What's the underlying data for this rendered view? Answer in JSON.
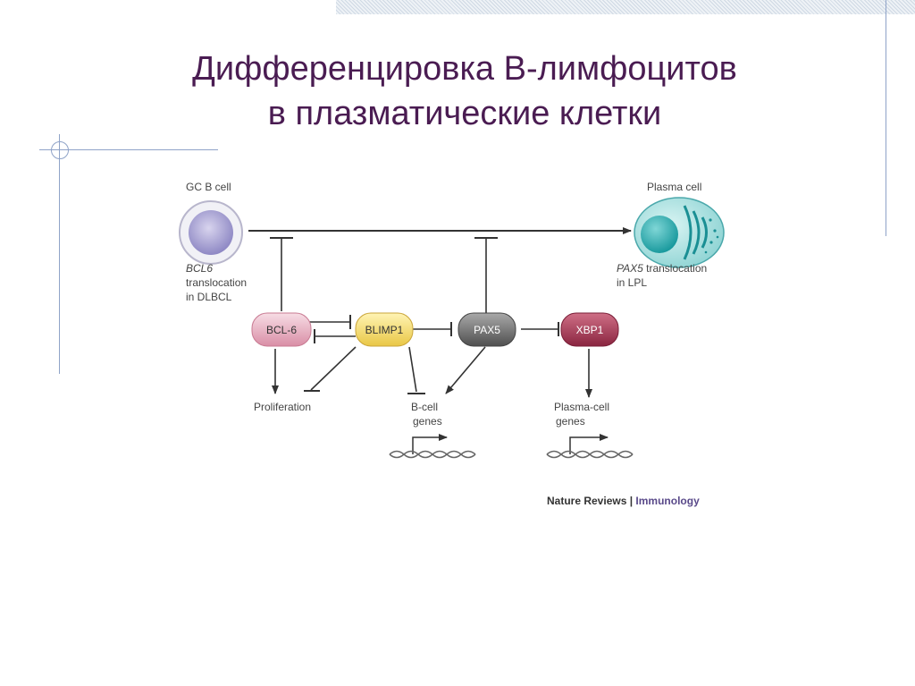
{
  "title": {
    "line1": "Дифференцировка В-лимфоцитов",
    "line2": "в плазматические клетки"
  },
  "diagram": {
    "gc_b_cell_label": "GC B cell",
    "plasma_cell_label": "Plasma cell",
    "bcl6_translocation": {
      "gene": "BCL6",
      "line2": "translocation",
      "line3": "in DLBCL"
    },
    "pax5_translocation": {
      "gene": "PAX5",
      "rest": " translocation",
      "line2": "in LPL"
    },
    "nodes": {
      "bcl6": "BCL-6",
      "blimp1": "BLIMP1",
      "pax5": "PAX5",
      "xbp1": "XBP1"
    },
    "proliferation_label": "Proliferation",
    "b_cell_genes": {
      "line1": "B-cell",
      "line2": "genes"
    },
    "plasma_cell_genes": {
      "line1": "Plasma-cell",
      "line2": "genes"
    },
    "node_colors": {
      "bcl6": "#e9b6c6",
      "blimp1": "#f4dc76",
      "pax5": "#6c6c6c",
      "xbp1": "#a4354f"
    }
  },
  "credit": {
    "journal": "Nature Reviews",
    "separator": " | ",
    "section": "Immunology"
  }
}
